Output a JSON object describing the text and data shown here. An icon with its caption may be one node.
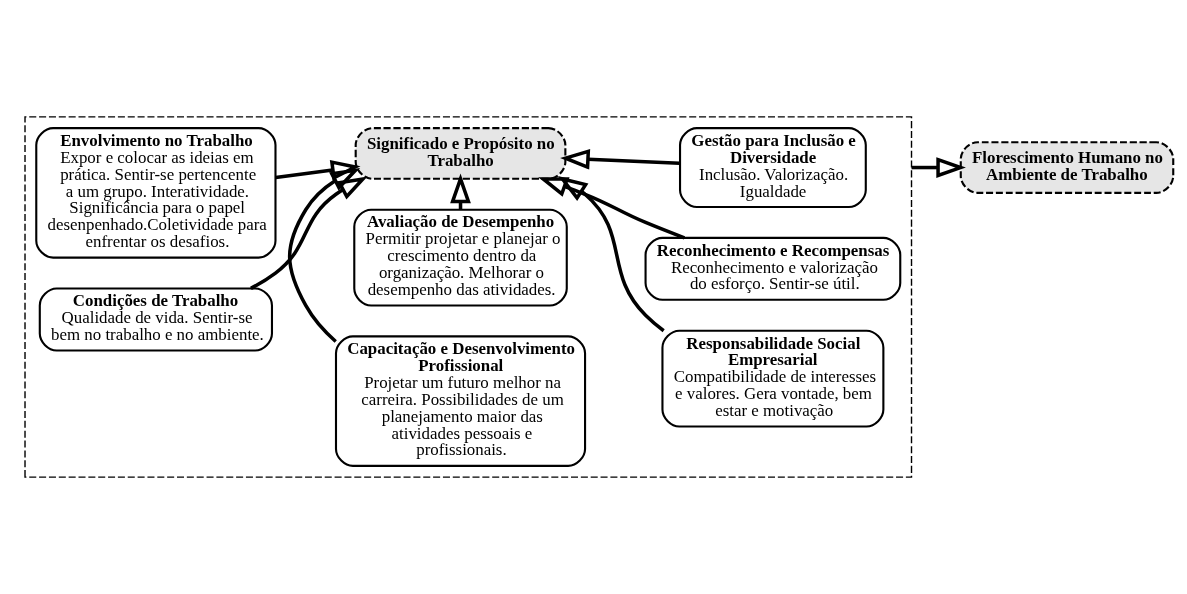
{
  "diagram": {
    "nodes": [
      {
        "text": [],
        "shape": "box"
      },
      {
        "text": [
          "Avaliação de Desempenho",
          "Permitir projetar e planejar o crescimento dentro da organização. Melhorar o desempenho das atividades."
        ],
        "in": 0
      },
      {
        "text": [
          "Envolvimento no Trabalho",
          "Expor e colocar as ideias em prática. Sentir-se pertencente a um grupo. Interatividade. Significância para o papel desenpenhado.Coletividade para enfrentar os desafios."
        ],
        "in": 0
      },
      {
        "text": [
          "Responsabilidade Social Empresarial",
          "Compatibilidade de interesses e valores. Gera vontade, bem estar e motivação"
        ],
        "in": 0
      },
      {
        "text": [
          "Significado e Propósito no Trabalho"
        ],
        "in": 0
      },
      {
        "text": [
          "Condições de Trabalho",
          "Qualidade de vida. Sentir-se bem no trabalho e no ambiente."
        ],
        "in": 0
      },
      {
        "text": [
          "Reconhecimento e Recompensas",
          "Reconhecimento e valorização do esforço. Sentir-se útil."
        ],
        "in": 0
      },
      {
        "text": [
          "Capacitação e Desenvolvimento Profissional",
          "Projetar um futuro melhor na carreira. Possibilidades de um planejamento maior das atividades pessoais e profissionais."
        ],
        "in": 0
      },
      {
        "text": [
          "Gestão para Inclusão e Diversidade",
          "Inclusão. Valorização. Igualdade"
        ],
        "in": 0
      },
      {
        "text": [
          "Florescimento Humano no Ambiente de Trabalho"
        ]
      }
    ],
    "edges": [
      {
        "from": 1,
        "to": 4,
        "arrow": "to"
      },
      {
        "from": 2,
        "to": 4,
        "arrow": "to"
      },
      {
        "from": 3,
        "to": 4,
        "arrow": "to"
      },
      {
        "from": 5,
        "to": 4,
        "arrow": "to"
      },
      {
        "from": 6,
        "to": 4,
        "arrow": "to"
      },
      {
        "from": 7,
        "to": 4,
        "arrow": "to"
      },
      {
        "from": 8,
        "to": 4,
        "arrow": "to"
      },
      {
        "from": 0,
        "to": 9,
        "arrow": "to"
      }
    ]
  }
}
